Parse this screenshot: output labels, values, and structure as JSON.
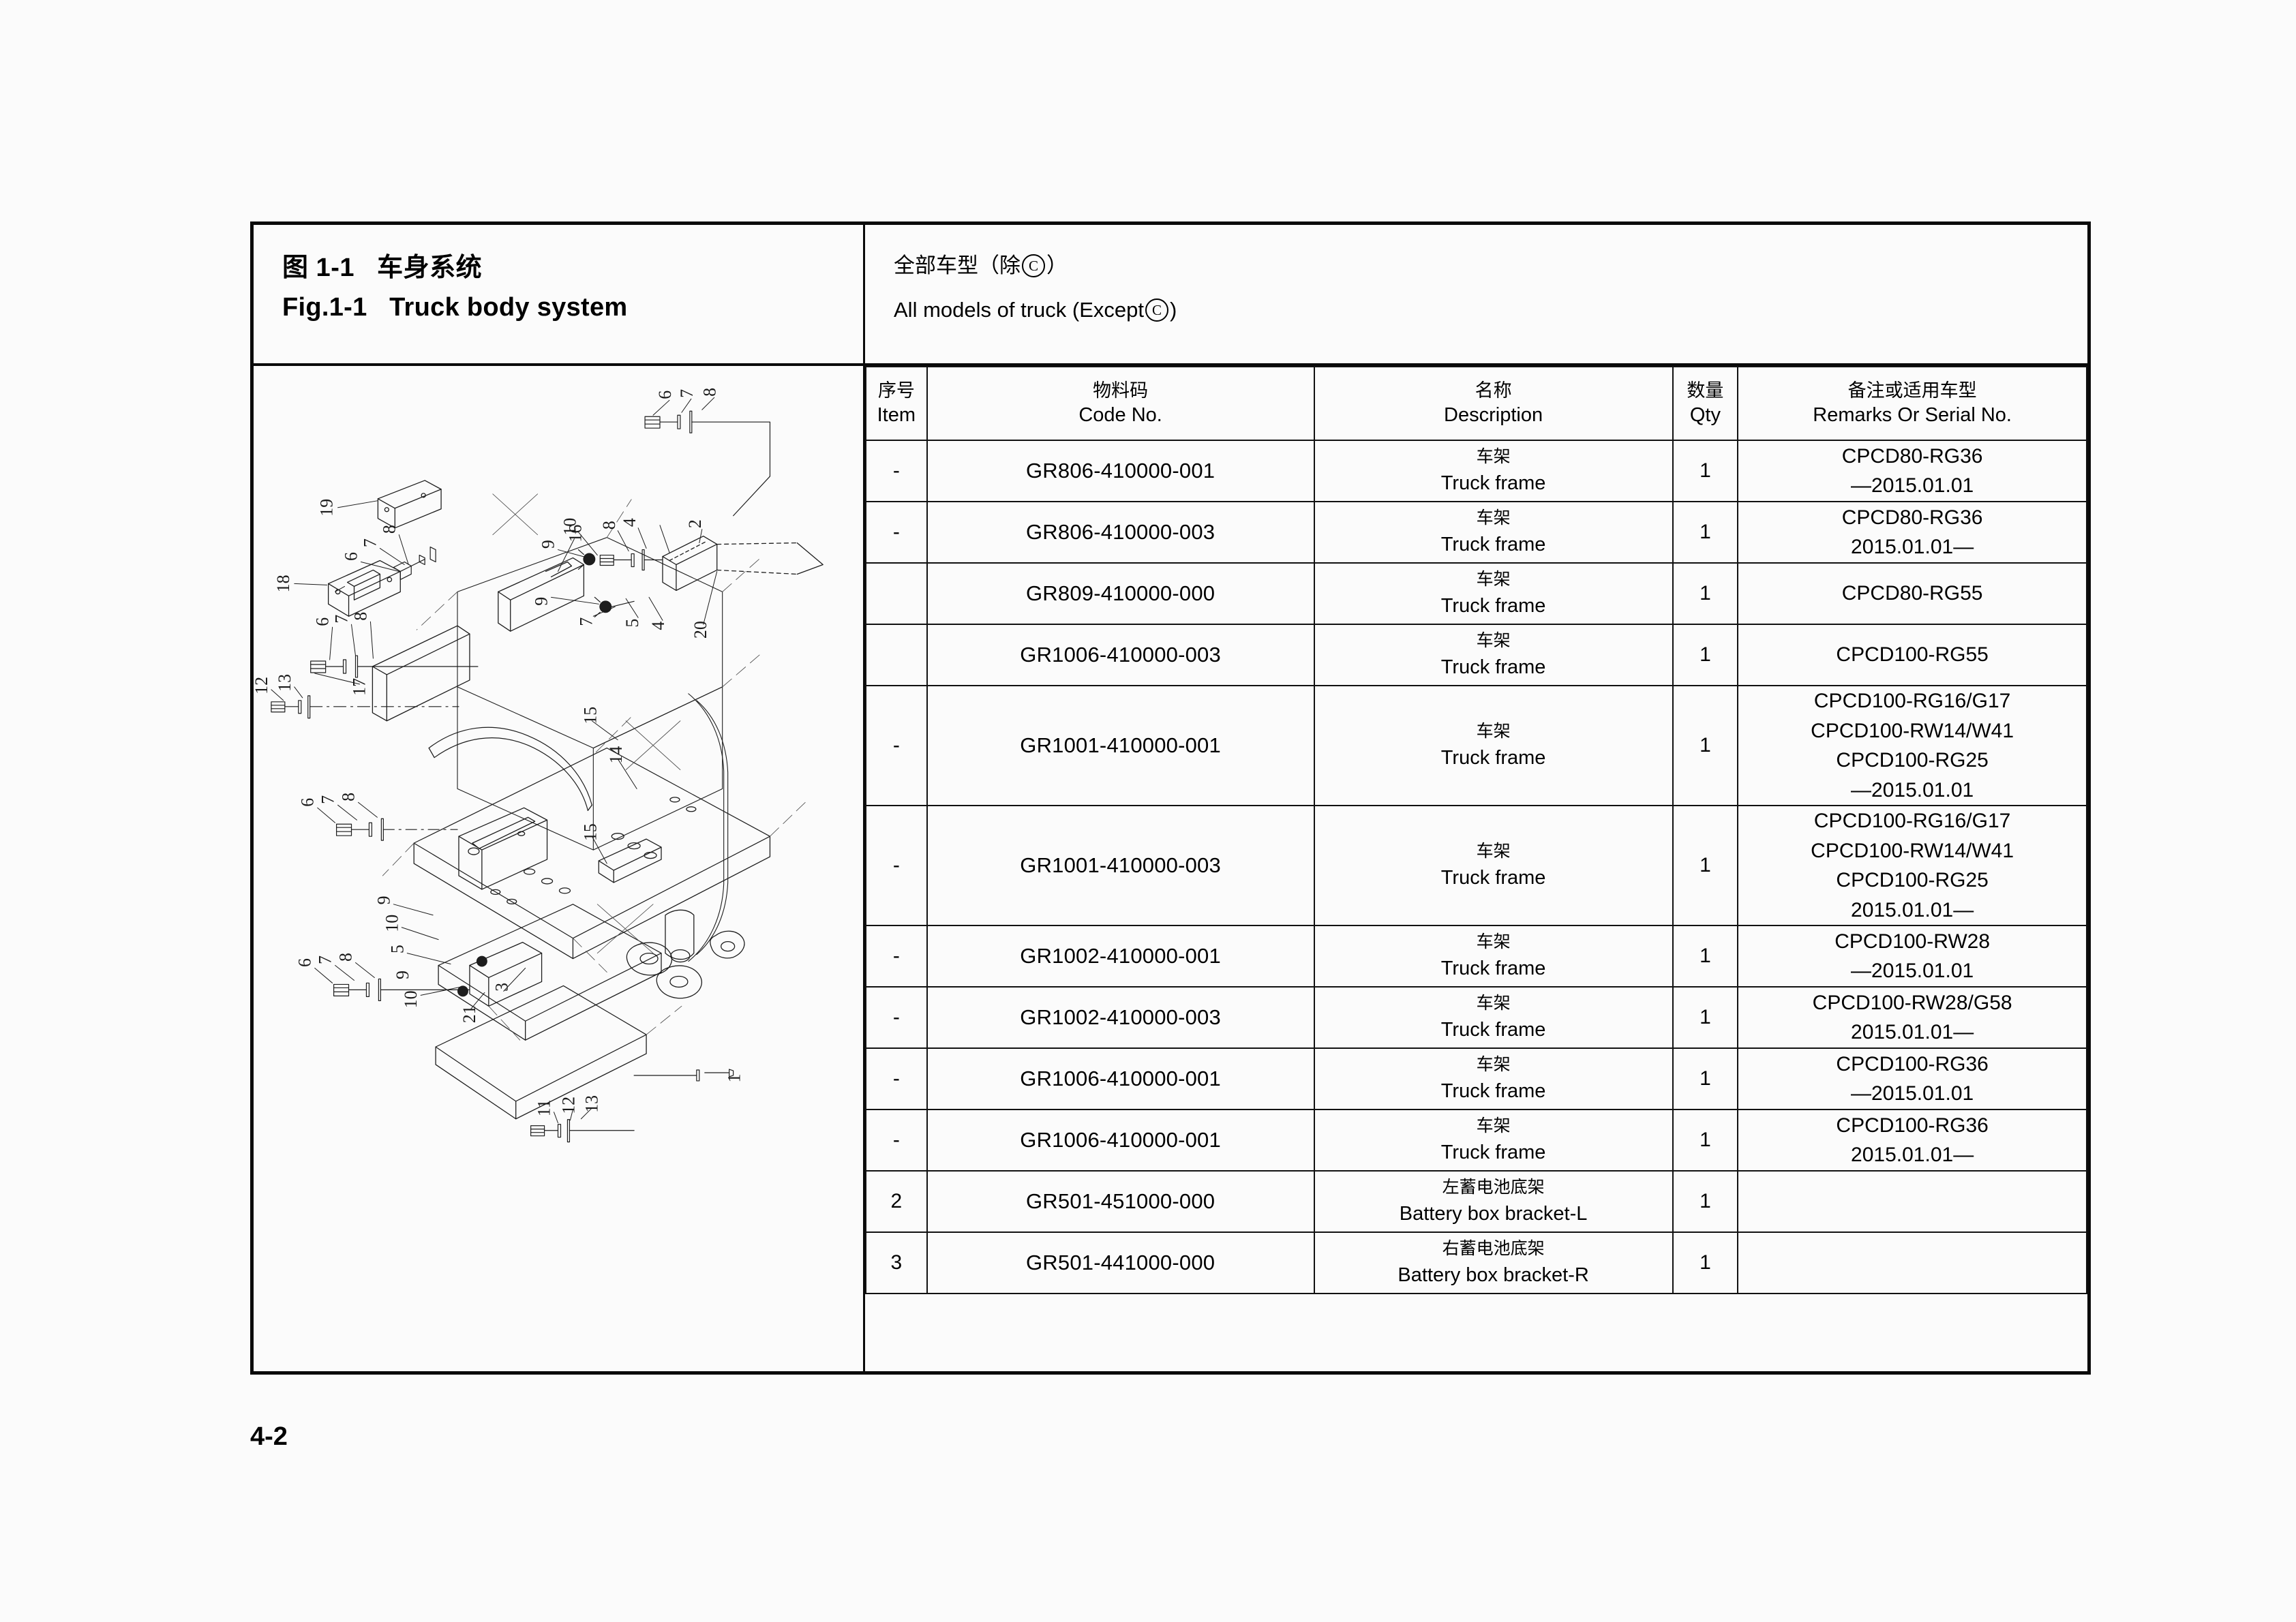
{
  "page": {
    "number": "4-2"
  },
  "header": {
    "figure_cn": "图 1-1   车身系统",
    "figure_en": "Fig.1-1   Truck body system",
    "applicability_cn_pre": "全部车型（除",
    "applicability_cn_post": "）",
    "applicability_symbol": "C",
    "applicability_en_pre": "All models of truck (Except",
    "applicability_en_post": ")"
  },
  "table": {
    "columns": [
      {
        "cn": "序号",
        "en": "Item"
      },
      {
        "cn": "物料码",
        "en": "Code No."
      },
      {
        "cn": "名称",
        "en": "Description"
      },
      {
        "cn": "数量",
        "en": "Qty"
      },
      {
        "cn": "备注或适用车型",
        "en": "Remarks Or Serial No."
      }
    ],
    "rows": [
      {
        "item": "-",
        "code": "GR806-410000-001",
        "desc_cn": "车架",
        "desc_en": "Truck frame",
        "qty": "1",
        "remarks": [
          "CPCD80-RG36",
          "—2015.01.01"
        ]
      },
      {
        "item": "-",
        "code": "GR806-410000-003",
        "desc_cn": "车架",
        "desc_en": "Truck frame",
        "qty": "1",
        "remarks": [
          "CPCD80-RG36",
          "2015.01.01—"
        ]
      },
      {
        "item": "",
        "code": "GR809-410000-000",
        "desc_cn": "车架",
        "desc_en": "Truck frame",
        "qty": "1",
        "remarks": [
          "CPCD80-RG55"
        ]
      },
      {
        "item": "",
        "code": "GR1006-410000-003",
        "desc_cn": "车架",
        "desc_en": "Truck frame",
        "qty": "1",
        "remarks": [
          "CPCD100-RG55"
        ]
      },
      {
        "item": "-",
        "code": "GR1001-410000-001",
        "desc_cn": "车架",
        "desc_en": "Truck frame",
        "qty": "1",
        "remarks": [
          "CPCD100-RG16/G17",
          "CPCD100-RW14/W41",
          "CPCD100-RG25",
          "—2015.01.01"
        ]
      },
      {
        "item": "-",
        "code": "GR1001-410000-003",
        "desc_cn": "车架",
        "desc_en": "Truck frame",
        "qty": "1",
        "remarks": [
          "CPCD100-RG16/G17",
          "CPCD100-RW14/W41",
          "CPCD100-RG25",
          "2015.01.01—"
        ]
      },
      {
        "item": "-",
        "code": "GR1002-410000-001",
        "desc_cn": "车架",
        "desc_en": "Truck frame",
        "qty": "1",
        "remarks": [
          "CPCD100-RW28",
          "—2015.01.01"
        ]
      },
      {
        "item": "-",
        "code": "GR1002-410000-003",
        "desc_cn": "车架",
        "desc_en": "Truck frame",
        "qty": "1",
        "remarks": [
          "CPCD100-RW28/G58",
          "2015.01.01—"
        ]
      },
      {
        "item": "-",
        "code": "GR1006-410000-001",
        "desc_cn": "车架",
        "desc_en": "Truck frame",
        "qty": "1",
        "remarks": [
          "CPCD100-RG36",
          "—2015.01.01"
        ]
      },
      {
        "item": "-",
        "code": "GR1006-410000-001",
        "desc_cn": "车架",
        "desc_en": "Truck frame",
        "qty": "1",
        "remarks": [
          "CPCD100-RG36",
          "2015.01.01—"
        ]
      },
      {
        "item": "2",
        "code": "GR501-451000-000",
        "desc_cn": "左蓄电池底架",
        "desc_en": "Battery box bracket-L",
        "qty": "1",
        "remarks": []
      },
      {
        "item": "3",
        "code": "GR501-441000-000",
        "desc_cn": "右蓄电池底架",
        "desc_en": "Battery box bracket-R",
        "qty": "1",
        "remarks": []
      }
    ]
  },
  "drawing": {
    "type": "exploded-assembly-line-drawing",
    "subject": "Truck body / frame assembly",
    "callouts": [
      "1",
      "2",
      "3",
      "4",
      "5",
      "6",
      "7",
      "8",
      "9",
      "10",
      "11",
      "12",
      "13",
      "14",
      "15",
      "16",
      "17",
      "18",
      "19",
      "20",
      "21"
    ]
  }
}
